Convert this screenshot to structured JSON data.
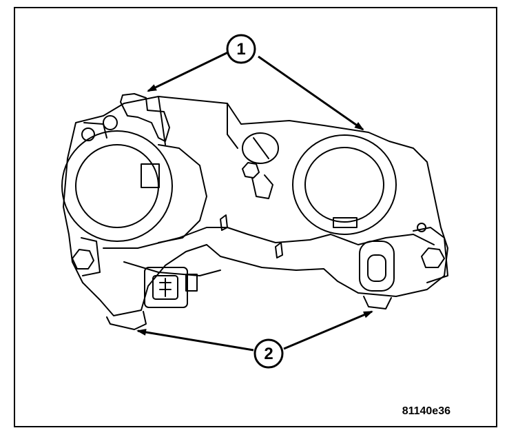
{
  "callouts": {
    "one": {
      "label": "1"
    },
    "two": {
      "label": "2"
    }
  },
  "figure": {
    "code": "81140e36"
  },
  "colors": {
    "ink": "#000000",
    "paper": "#ffffff"
  },
  "icons": {
    "part": "headlamp-housing-icon"
  }
}
